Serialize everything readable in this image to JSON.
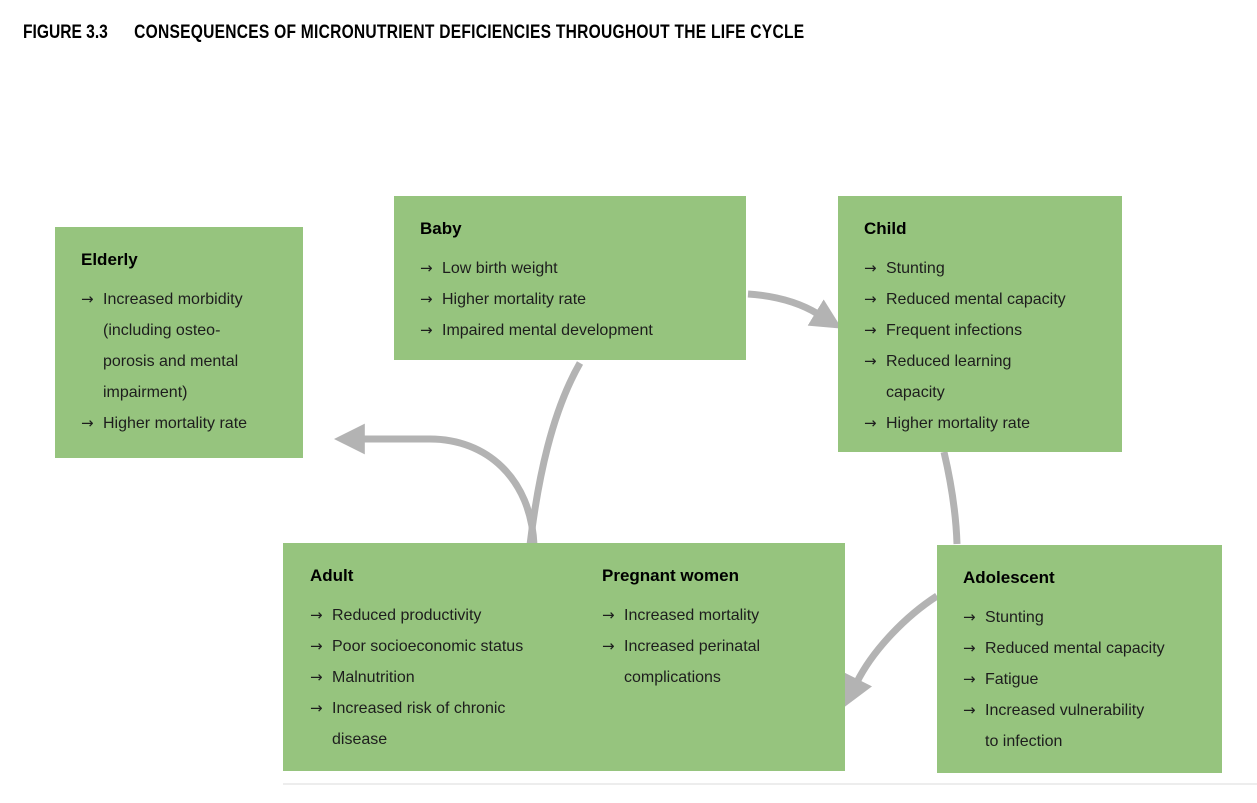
{
  "header": {
    "figure_label": "FIGURE 3.3",
    "title": "CONSEQUENCES OF MICRONUTRIENT DEFICIENCIES THROUGHOUT THE LIFE CYCLE"
  },
  "glyphs": {
    "bullet_arrow": "→"
  },
  "colors": {
    "box_green": "#96c47e",
    "arrow_gray": "#b3b3b3",
    "text": "#1d1d1d",
    "heading": "#000000",
    "faint_line": "#ededed"
  },
  "boxes": {
    "elderly": {
      "title": "Elderly",
      "items": [
        [
          "Increased morbidity",
          "(including osteo-",
          "porosis and mental",
          "impairment)"
        ],
        [
          "Higher mortality rate"
        ]
      ]
    },
    "baby": {
      "title": "Baby",
      "items": [
        [
          "Low birth weight"
        ],
        [
          "Higher mortality rate"
        ],
        [
          "Impaired mental development"
        ]
      ]
    },
    "child": {
      "title": "Child",
      "items": [
        [
          "Stunting"
        ],
        [
          "Reduced mental capacity"
        ],
        [
          "Frequent infections"
        ],
        [
          "Reduced learning",
          "capacity"
        ],
        [
          "Higher mortality rate"
        ]
      ]
    },
    "adult": {
      "title": "Adult",
      "items": [
        [
          "Reduced productivity"
        ],
        [
          "Poor socioeconomic status"
        ],
        [
          "Malnutrition"
        ],
        [
          "Increased risk of chronic",
          "disease"
        ]
      ]
    },
    "pregnant_women": {
      "title": "Pregnant women",
      "items": [
        [
          "Increased mortality"
        ],
        [
          "Increased perinatal",
          "complications"
        ]
      ]
    },
    "adolescent": {
      "title": "Adolescent",
      "items": [
        [
          "Stunting"
        ],
        [
          "Reduced mental capacity"
        ],
        [
          "Fatigue"
        ],
        [
          "Increased vulnerability",
          "to infection"
        ]
      ]
    }
  }
}
